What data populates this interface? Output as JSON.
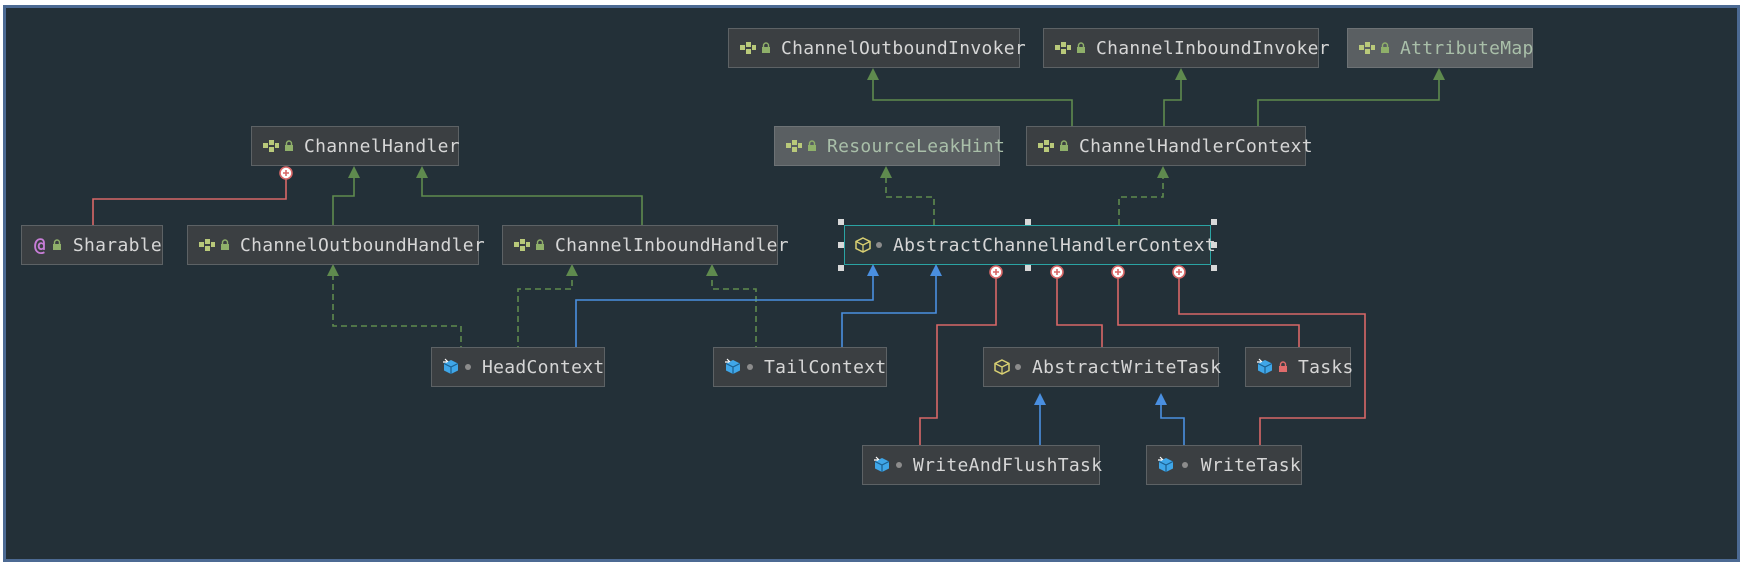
{
  "diagram": {
    "nodes": {
      "channel_outbound_invoker": "ChannelOutboundInvoker",
      "channel_inbound_invoker": "ChannelInboundInvoker",
      "attribute_map": "AttributeMap",
      "channel_handler": "ChannelHandler",
      "resource_leak_hint": "ResourceLeakHint",
      "channel_handler_context": "ChannelHandlerContext",
      "sharable": "Sharable",
      "channel_outbound_handler": "ChannelOutboundHandler",
      "channel_inbound_handler": "ChannelInboundHandler",
      "abstract_channel_handler_context": "AbstractChannelHandlerContext",
      "head_context": "HeadContext",
      "tail_context": "TailContext",
      "abstract_write_task": "AbstractWriteTask",
      "tasks": "Tasks",
      "write_and_flush_task": "WriteAndFlushTask",
      "write_task": "WriteTask"
    },
    "icons": {
      "interface": "interface-icon",
      "annotation": "annotation-icon",
      "abstract_class": "abstract-class-icon",
      "class": "class-icon",
      "public": "public-lock-icon",
      "private": "private-lock-icon",
      "package": "package-dot-icon"
    },
    "colors": {
      "background": "#233038",
      "border": "#4c6a93",
      "extends_interface": "#5f8a4e",
      "extends_class": "#4a8fe0",
      "inner_class": "#d86767",
      "selection": "#2aa3a3"
    }
  }
}
